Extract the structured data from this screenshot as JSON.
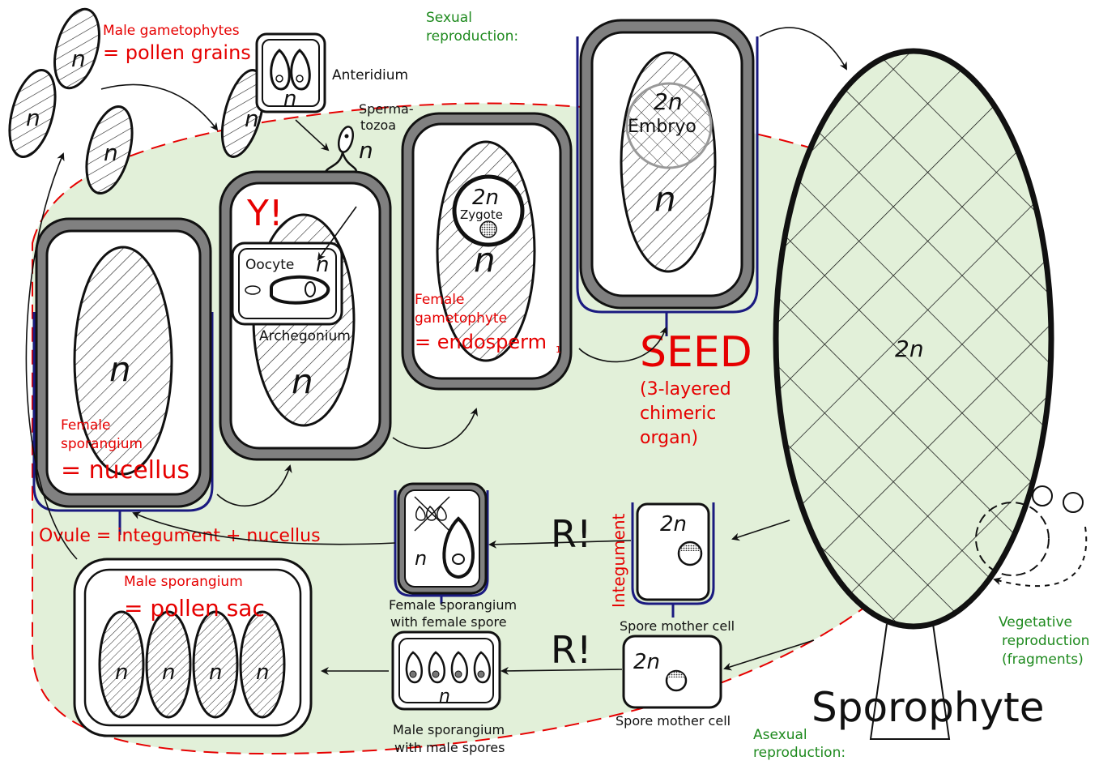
{
  "labels": {
    "male_gametophytes_1": "Male gametophytes",
    "male_gametophytes_2": "= pollen grains",
    "anteridium": "Anteridium",
    "spermatozoa_1": "Sperma-",
    "spermatozoa_2": "tozoa",
    "sexual_1": "Sexual",
    "sexual_2": "reproduction:",
    "y_mark": "Y!",
    "oocyte": "Oocyte",
    "archegonium": "Archegonium",
    "zygote": "Zygote",
    "embryo": "Embryo",
    "female_gametophyte_1": "Female",
    "female_gametophyte_2": "gametophyte",
    "female_gametophyte_3": "= endosperm",
    "female_gametophyte_sub": "1",
    "seed": "SEED",
    "seed_desc_1": "(3-layered",
    "seed_desc_2": "chimeric",
    "seed_desc_3": "organ)",
    "female_sporangium_1": "Female",
    "female_sporangium_2": "sporangium",
    "female_sporangium_3": "= nucellus",
    "ovule": "Ovule = integument + nucellus",
    "male_sporangium_1": "Male sporangium",
    "male_sporangium_2": "= pollen sac",
    "fs_spore_1": "Female sporangium",
    "fs_spore_2": "with female spore",
    "ms_spore_1": "Male sporangium",
    "ms_spore_2": "with male spores",
    "r_mark": "R!",
    "integument": "Integument",
    "spore_mother_cell": "Spore mother cell",
    "vegetative_1": "Vegetative",
    "vegetative_2": "reproduction",
    "vegetative_3": "(fragments)",
    "asexual_1": "Asexual",
    "asexual_2": "reproduction:",
    "sporophyte": "Sporophyte",
    "ploidy_haploid": "n",
    "ploidy_diploid": "2n"
  },
  "colors": {
    "red": "#e60000",
    "green": "#1e8a1e",
    "background_green": "#e2f0d9",
    "navy": "#1a1a80",
    "gray": "#808080"
  }
}
